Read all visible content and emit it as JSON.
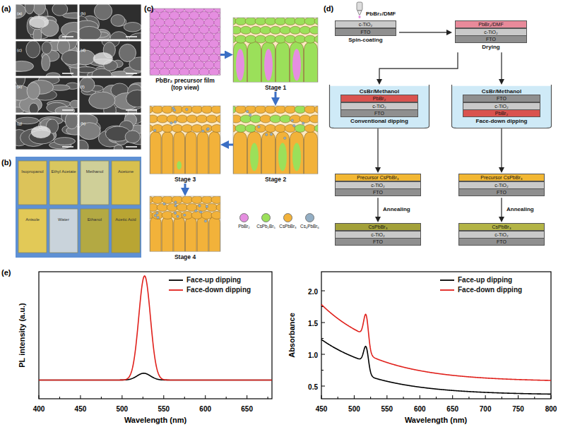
{
  "diagram": {
    "nodes": [
      {
        "text": [
          "PbBr₂ precursor film (top view)"
        ]
      },
      {
        "text": [
          "Stage 1"
        ]
      },
      {
        "text": [
          "Stage 2"
        ]
      },
      {
        "text": [
          "Stage 3"
        ]
      },
      {
        "text": [
          "Stage 4"
        ]
      },
      {
        "text": [
          "c-TiO₂",
          "FTO",
          "Spin-coating"
        ]
      },
      {
        "text": [
          "PbBr₂/DMF",
          "c-TiO₂",
          "FTO",
          "Drying"
        ]
      },
      {
        "text": [
          "CsBr/Methanol",
          "PbBr₂",
          "c-TiO₂",
          "FTO",
          "Conventional dipping"
        ]
      },
      {
        "text": [
          "CsBr/Methanol",
          "FTO",
          "c-TiO₂",
          "PbBr₂",
          "Face-down dipping"
        ]
      },
      {
        "text": [
          "Precursor CsPbBr₃",
          "c-TiO₂",
          "FTO"
        ]
      },
      {
        "text": [
          "Precursor CsPbBr₃",
          "c-TiO₂",
          "FTO"
        ]
      },
      {
        "text": [
          "CsPbBr₃",
          "c-TiO₂",
          "FTO"
        ]
      },
      {
        "text": [
          "CsPbBr₃",
          "c-TiO₂",
          "FTO"
        ]
      }
    ],
    "edges": [
      {
        "from": 0,
        "to": 1,
        "arrow": "to"
      },
      {
        "from": 1,
        "to": 2,
        "arrow": "to"
      },
      {
        "from": 2,
        "to": 3,
        "arrow": "to"
      },
      {
        "from": 3,
        "to": 4,
        "arrow": "to"
      },
      {
        "from": 5,
        "to": 6,
        "arrow": "to"
      },
      {
        "from": 6,
        "to": 7,
        "arrow": "to"
      },
      {
        "from": 6,
        "to": 8,
        "arrow": "to"
      },
      {
        "from": 7,
        "to": 9,
        "arrow": "to"
      },
      {
        "from": 8,
        "to": 10,
        "arrow": "to"
      },
      {
        "from": 9,
        "to": 11,
        "label": "Annealing",
        "arrow": "to"
      },
      {
        "from": 10,
        "to": 12,
        "label": "Annealing",
        "arrow": "to"
      }
    ],
    "labels": [
      "(a)",
      "(b)",
      "(c)",
      "(d)",
      "(e)",
      "(a)",
      "(b)",
      "(c)",
      "(d)",
      "(e)",
      "(f)",
      "(g)",
      "(h)",
      "Isopropanol",
      "Ethyl Acetate",
      "Methanol",
      "Acetone",
      "Anisole",
      "Water",
      "Ethanol",
      "Acetic Acid",
      "PbBr₂/DMF",
      "PL intensity (a.u.)",
      "400",
      "450",
      "500",
      "550",
      "600",
      "650",
      "Wavelength (nm)",
      "Absorbance",
      "0.5",
      "1.0",
      "1.5",
      "2.0",
      "450",
      "500",
      "550",
      "600",
      "650",
      "700",
      "750",
      "800",
      "Wavelength (nm)"
    ],
    "legend": [
      {
        "text": "PbBr₂",
        "color": "#e58ee0"
      },
      {
        "text": "CsPb₂Br₅",
        "color": "#9be05a"
      },
      {
        "text": "CsPbBr₃",
        "color": "#f2b23a"
      },
      {
        "text": "Cs₄PbBr₆",
        "color": "#93aec4"
      },
      {
        "text": "Face-up dipping"
      },
      {
        "text": "Face-down dipping"
      },
      {
        "text": "Face-up dipping"
      },
      {
        "text": "Face-down dipping"
      }
    ]
  }
}
